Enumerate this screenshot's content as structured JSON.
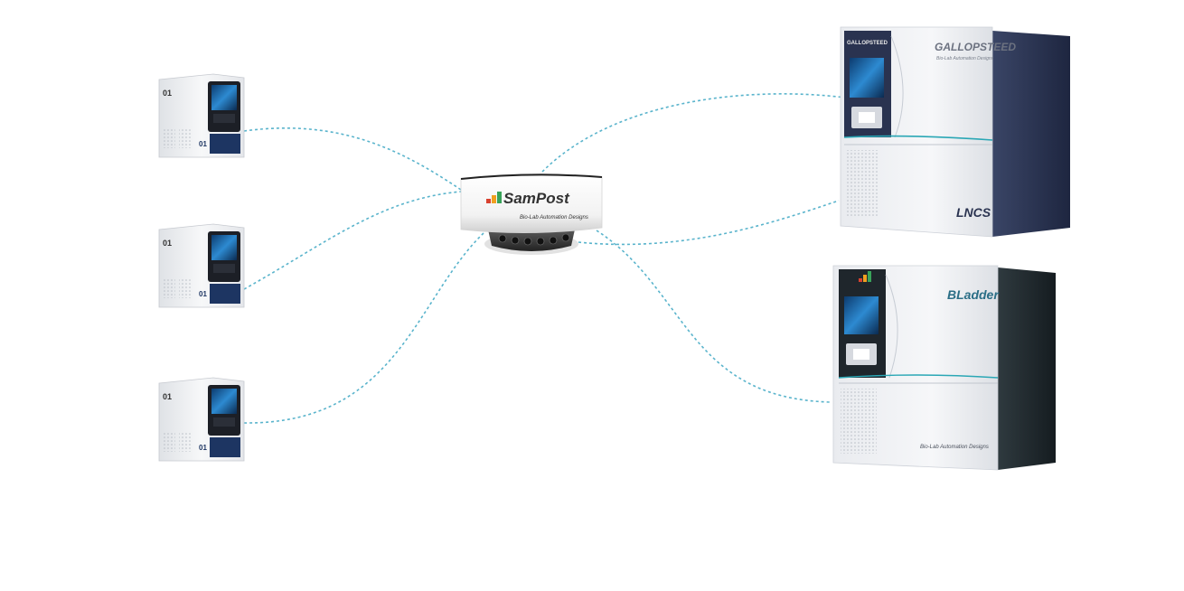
{
  "hub": {
    "name": "SamPost",
    "tagline": "Bio-Lab Automation Designs"
  },
  "small_instruments": [
    {
      "id": "left-instrument-1",
      "badge": "01",
      "panel_number": "01"
    },
    {
      "id": "left-instrument-2",
      "badge": "01",
      "panel_number": "01"
    },
    {
      "id": "left-instrument-3",
      "badge": "01",
      "panel_number": "01"
    }
  ],
  "large_instruments": [
    {
      "id": "gallopsteed",
      "logo_text": "GALLOPSTEED",
      "brand_text": "GALLOPSTEED",
      "subtitle": "Bio-Lab Automation Designs",
      "model": "LNCS"
    },
    {
      "id": "bladder",
      "brand_text": "BLadder",
      "subtitle": "Bio-Lab Automation Designs"
    }
  ],
  "colors": {
    "connector": "#5ab4cc",
    "dark_panel": "#2a3350",
    "light_body": "#f3f4f6",
    "accent_teal": "#2aa7b5",
    "hub_logo_red": "#d8412f",
    "hub_logo_orange": "#f0a020",
    "hub_logo_green": "#39a35a"
  }
}
